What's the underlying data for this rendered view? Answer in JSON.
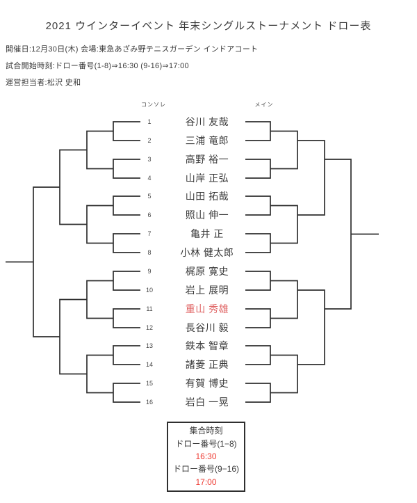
{
  "title": "2021 ウインターイベント 年末シングルストーナメント ドロー表",
  "info": {
    "date_venue": "開催日:12月30日(木)  会場:東急あざみ野テニスガーデン インドアコート",
    "start_times": "試合開始時刻:ドロー番号(1-8)⇒16:30 (9-16)⇒17:00",
    "organizer": "運営担当者:松沢 史和"
  },
  "bracket": {
    "left_label": "コンソレ",
    "right_label": "メイン",
    "players": [
      {
        "seed": 1,
        "name": "谷川 友哉",
        "highlight": false
      },
      {
        "seed": 2,
        "name": "三浦 竜郎",
        "highlight": false
      },
      {
        "seed": 3,
        "name": "高野 裕一",
        "highlight": false
      },
      {
        "seed": 4,
        "name": "山岸 正弘",
        "highlight": false
      },
      {
        "seed": 5,
        "name": "山田 拓哉",
        "highlight": false
      },
      {
        "seed": 6,
        "name": "照山 伸一",
        "highlight": false
      },
      {
        "seed": 7,
        "name": "亀井 正",
        "highlight": false
      },
      {
        "seed": 8,
        "name": "小林 健太郎",
        "highlight": false
      },
      {
        "seed": 9,
        "name": "梶原 寛史",
        "highlight": false
      },
      {
        "seed": 10,
        "name": "岩上 展明",
        "highlight": false
      },
      {
        "seed": 11,
        "name": "重山 秀雄",
        "highlight": true
      },
      {
        "seed": 12,
        "name": "長谷川 毅",
        "highlight": false
      },
      {
        "seed": 13,
        "name": "鉄本 智章",
        "highlight": false
      },
      {
        "seed": 14,
        "name": "諸菱 正典",
        "highlight": false
      },
      {
        "seed": 15,
        "name": "有賀 博史",
        "highlight": false
      },
      {
        "seed": 16,
        "name": "岩白 一晃",
        "highlight": false
      }
    ]
  },
  "meeting_box": {
    "title": "集合時刻",
    "rows": [
      {
        "label": "ドロー番号(1−8)",
        "time": "16:30"
      },
      {
        "label": "ドロー番号(9−16)",
        "time": "17:00"
      }
    ]
  },
  "colors": {
    "text": "#3a3a3a",
    "line": "#2f2f2f",
    "highlight_name": "#e06666",
    "highlight_time": "#ee3b33"
  }
}
